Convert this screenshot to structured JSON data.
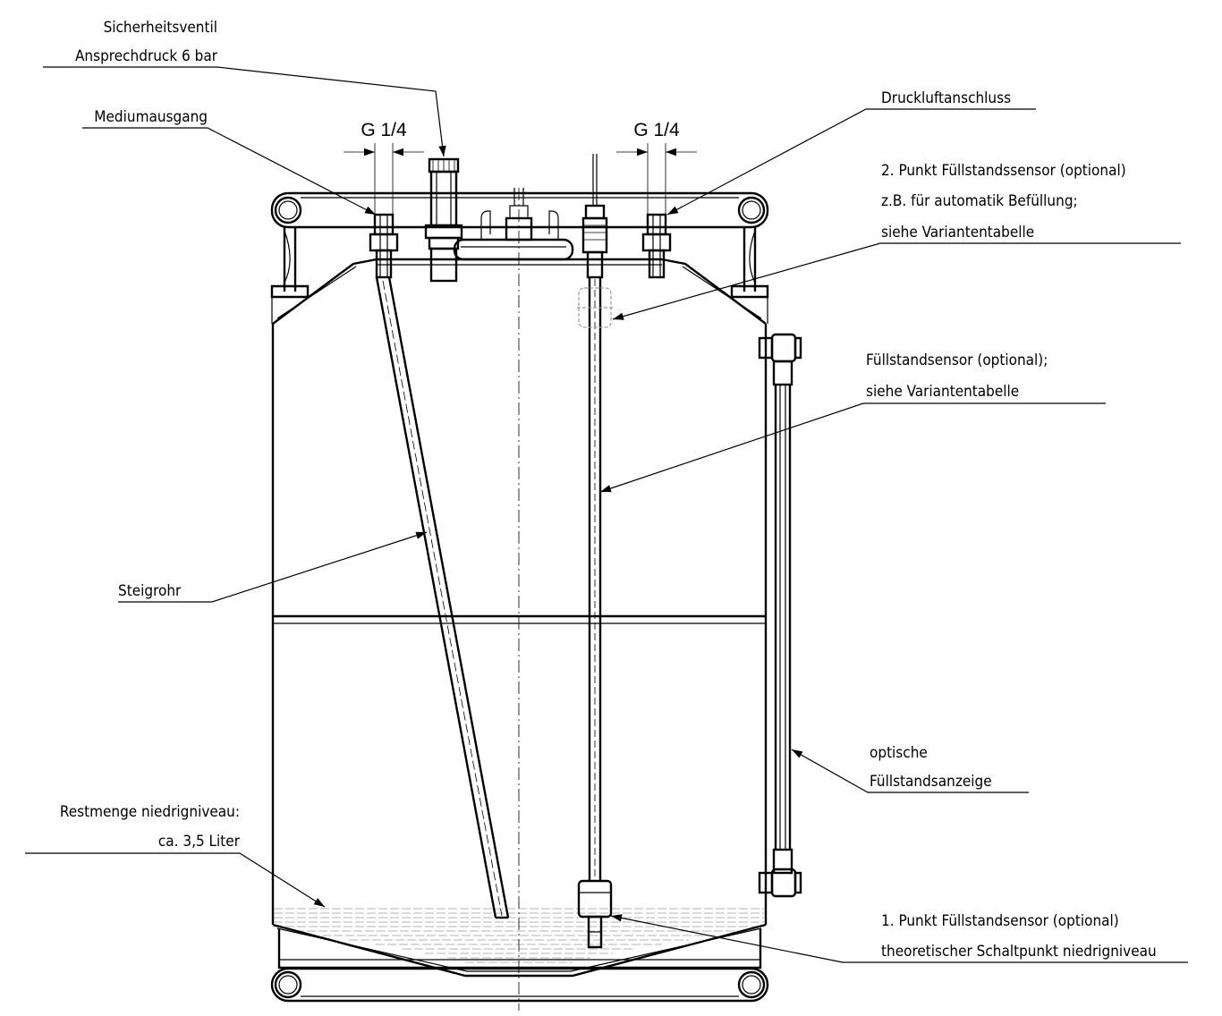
{
  "labels": {
    "safety_valve_1": "Sicherheitsventil",
    "safety_valve_2": "Ansprechdruck 6 bar",
    "medium_outlet": "Mediumausgang",
    "compressed_air": "Druckluftanschluss",
    "thread_left": "G 1/4",
    "thread_right": "G 1/4",
    "sensor2_1": "2. Punkt Füllstandssensor (optional)",
    "sensor2_2": "z.B. für automatik Befüllung;",
    "sensor2_3": "siehe Variantentabelle",
    "level_sensor_1": "Füllstandsensor (optional);",
    "level_sensor_2": "siehe Variantentabelle",
    "riser": "Steigrohr",
    "optical_1": "optische",
    "optical_2": "Füllstandsanzeige",
    "residual_1": "Restmenge niedrigniveau:",
    "residual_2": "ca. 3,5 Liter",
    "sensor1_1": "1. Punkt Füllstandsensor (optional)",
    "sensor1_2": "theoretischer Schaltpunkt niedrigniveau"
  }
}
